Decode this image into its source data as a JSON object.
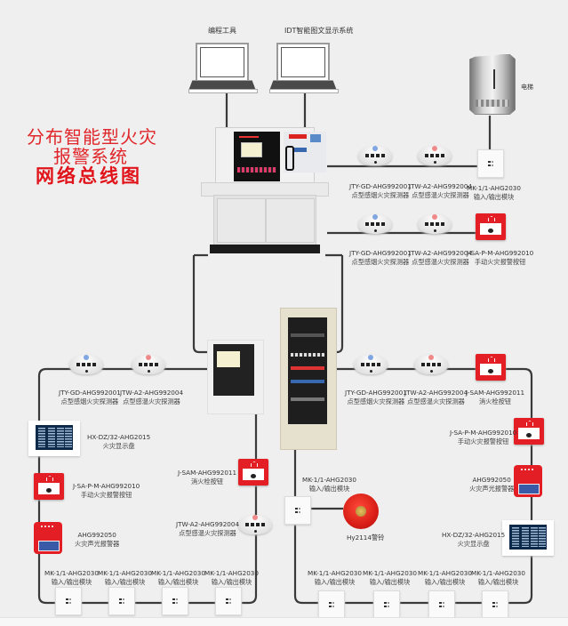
{
  "title": {
    "line1": "分布智能型火灾",
    "line2": "报警系统",
    "line3": "网络总线图"
  },
  "top_labels": {
    "programming_tool": "编程工具",
    "idt_display": "IDT智能图文显示系统",
    "elevator": "电梯"
  },
  "colors": {
    "title_red": "#e0262a",
    "device_red": "#e31e24",
    "wire": "#3a3a3a",
    "background": "#efefef"
  },
  "devices": {
    "row1": [
      {
        "model": "JTY-GD-AHG992001",
        "name": "点型感烟火灾探测器"
      },
      {
        "model": "JTW-A2-AHG992004",
        "name": "点型感温火灾探测器"
      },
      {
        "model": "MK-1/1-AHG2030",
        "name": "输入/输出模块"
      }
    ],
    "row2": [
      {
        "model": "JTY-GD-AHG992001",
        "name": "点型感烟火灾探测器"
      },
      {
        "model": "JTW-A2-AHG992004",
        "name": "点型感温火灾探测器"
      },
      {
        "model": "J-SA-P-M-AHG992010",
        "name": "手动火灾报警按钮"
      }
    ],
    "left_loop_top": [
      {
        "model": "JTY-GD-AHG992001",
        "name": "点型感烟火灾探测器"
      },
      {
        "model": "JTW-A2-AHG992004",
        "name": "点型感温火灾探测器"
      }
    ],
    "left_loop_side": [
      {
        "model": "HX-DZ/32-AHG2015",
        "name": "火灾显示盘"
      },
      {
        "model": "J-SA-P-M-AHG992010",
        "name": "手动火灾报警按钮"
      },
      {
        "model": "AHG992050",
        "name": "火灾声光报警器"
      }
    ],
    "left_loop_inner": [
      {
        "model": "J-SAM-AHG992011",
        "name": "消火栓按钮"
      },
      {
        "model": "JTW-A2-AHG992004",
        "name": "点型感温火灾探测器"
      }
    ],
    "left_loop_bottom": [
      {
        "model": "MK-1/1-AHG2030",
        "name": "输入/输出模块"
      },
      {
        "model": "MK-1/1-AHG2030",
        "name": "输入/输出模块"
      },
      {
        "model": "MK-1/1-AHG2030",
        "name": "输入/输出模块"
      },
      {
        "model": "MK-1/1-AHG2030",
        "name": "输入/输出模块"
      }
    ],
    "right_loop_top": [
      {
        "model": "JTY-GD-AHG992001",
        "name": "点型感烟火灾探测器"
      },
      {
        "model": "JTW-A2-AHG992004",
        "name": "点型感温火灾探测器"
      },
      {
        "model": "J-SAM-AHG992011",
        "name": "消火栓按钮"
      }
    ],
    "right_loop_side": [
      {
        "model": "J-SA-P-M-AHG992010",
        "name": "手动火灾报警按钮"
      },
      {
        "model": "AHG992050",
        "name": "火灾声光报警器"
      },
      {
        "model": "HX-DZ/32-AHG2015",
        "name": "火灾显示盘"
      }
    ],
    "right_loop_inner": [
      {
        "model": "MK-1/1-AHG2030",
        "name": "输入/输出模块"
      },
      {
        "model": "Hy2114警铃",
        "name": ""
      }
    ],
    "right_loop_bottom": [
      {
        "model": "MK-1/1-AHG2030",
        "name": "输入/输出模块"
      },
      {
        "model": "MK-1/1-AHG2030",
        "name": "输入/输出模块"
      },
      {
        "model": "MK-1/1-AHG2030",
        "name": "输入/输出模块"
      },
      {
        "model": "MK-1/1-AHG2030",
        "name": "输入/输出模块"
      }
    ]
  }
}
